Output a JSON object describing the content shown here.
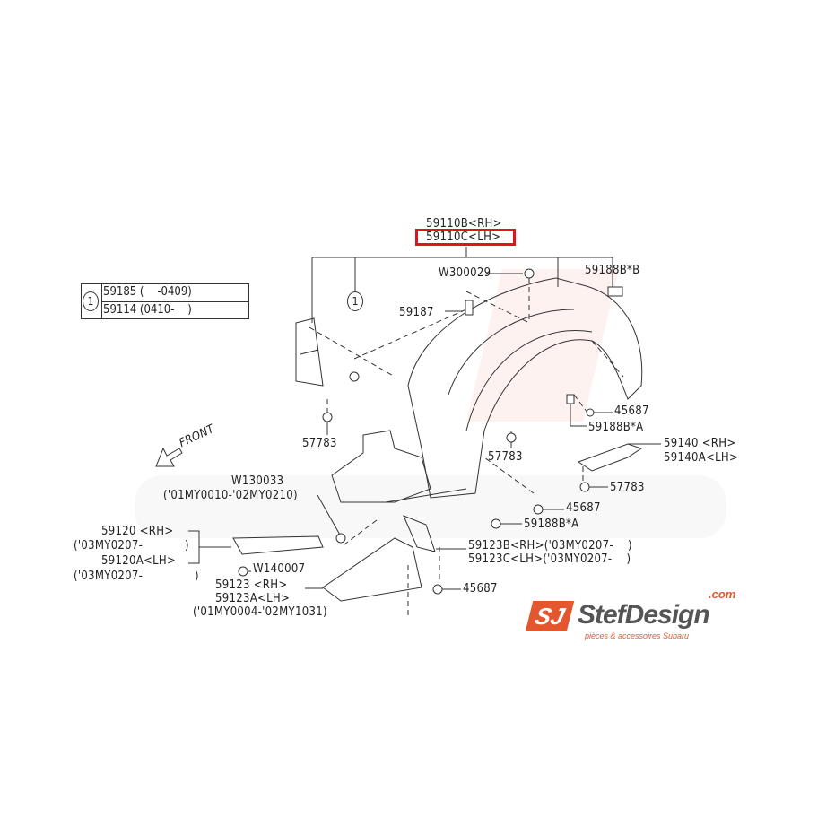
{
  "title_parts": {
    "rh": "59110B<RH>",
    "lh": "59110C<LH>"
  },
  "note_table": {
    "marker": "1",
    "rows": [
      "59185 (    -0409)",
      "59114 (0410-    )"
    ]
  },
  "callout_marker": "1",
  "front_label": "FRONT",
  "labels": {
    "w300029": "W300029",
    "p59188b_b": "59188B*B",
    "p59187": "59187",
    "p57783_a": "57783",
    "p57783_b": "57783",
    "p45687_a": "45687",
    "p59188b_a1": "59188B*A",
    "p59140_rh": "59140 <RH>",
    "p59140a_lh": "59140A<LH>",
    "p57783_c": "57783",
    "p45687_b": "45687",
    "p59188b_a2": "59188B*A",
    "w130033": "W130033",
    "w130033_range": "('01MY0010-'02MY0210)",
    "p59120_rh": "59120 <RH>",
    "p59120_range": "('03MY0207-",
    "p59120_close": ")",
    "p59120a_lh": "59120A<LH>",
    "p59120a_range": "('03MY0207-",
    "p59120a_close": ")",
    "w140007": "W140007",
    "p59123_rh": "59123 <RH>",
    "p59123a_lh": "59123A<LH>",
    "p59123_range": "('01MY0004-'02MY1031)",
    "p59123b": "59123B<RH>('03MY0207-    )",
    "p59123c": "59123C<LH>('03MY0207-    )",
    "p45687_c": "45687"
  },
  "logo": {
    "mark": "SJ",
    "name": "StefDesign",
    "com": ".com",
    "tagline": "pièces & accessoires Subaru"
  },
  "colors": {
    "highlight": "#e0141c",
    "brand": "#e4572e"
  }
}
